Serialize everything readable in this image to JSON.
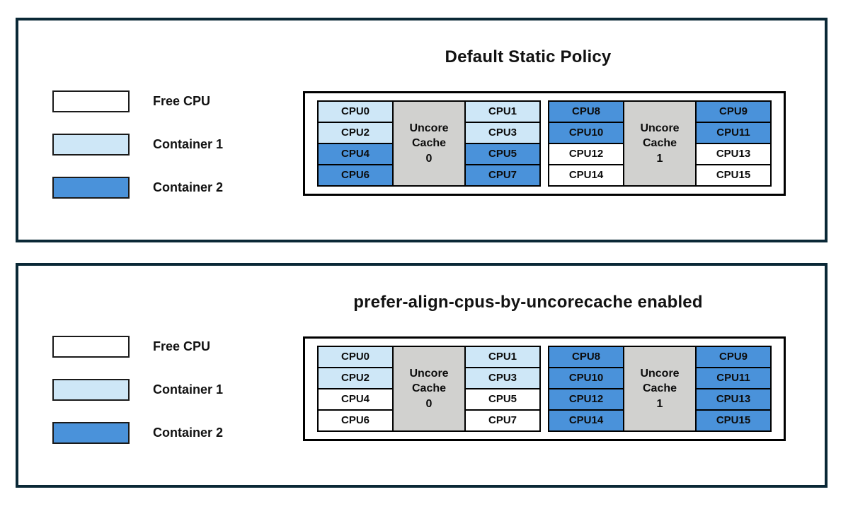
{
  "colors": {
    "panel_border": "#0a2836",
    "free_cpu": "#ffffff",
    "container1": "#cee7f7",
    "container2": "#4a92da",
    "uncore_cache_bg": "#d1d1cf"
  },
  "panels": [
    {
      "title": "Default Static Policy",
      "legend": [
        {
          "label": "Free CPU",
          "swatch": "free"
        },
        {
          "label": "Container 1",
          "swatch": "c1"
        },
        {
          "label": "Container 2",
          "swatch": "c2"
        }
      ],
      "groups": [
        {
          "cache": {
            "lines": [
              "Uncore",
              "Cache",
              "0"
            ]
          },
          "left_cells": [
            {
              "label": "CPU0",
              "fill": "c1"
            },
            {
              "label": "CPU2",
              "fill": "c1"
            },
            {
              "label": "CPU4",
              "fill": "c2"
            },
            {
              "label": "CPU6",
              "fill": "c2"
            }
          ],
          "right_cells": [
            {
              "label": "CPU1",
              "fill": "c1"
            },
            {
              "label": "CPU3",
              "fill": "c1"
            },
            {
              "label": "CPU5",
              "fill": "c2"
            },
            {
              "label": "CPU7",
              "fill": "c2"
            }
          ]
        },
        {
          "cache": {
            "lines": [
              "Uncore",
              "Cache",
              "1"
            ]
          },
          "left_cells": [
            {
              "label": "CPU8",
              "fill": "c2"
            },
            {
              "label": "CPU10",
              "fill": "c2"
            },
            {
              "label": "CPU12",
              "fill": "free"
            },
            {
              "label": "CPU14",
              "fill": "free"
            }
          ],
          "right_cells": [
            {
              "label": "CPU9",
              "fill": "c2"
            },
            {
              "label": "CPU11",
              "fill": "c2"
            },
            {
              "label": "CPU13",
              "fill": "free"
            },
            {
              "label": "CPU15",
              "fill": "free"
            }
          ]
        }
      ]
    },
    {
      "title": "prefer-align-cpus-by-uncorecache enabled",
      "legend": [
        {
          "label": "Free CPU",
          "swatch": "free"
        },
        {
          "label": "Container 1",
          "swatch": "c1"
        },
        {
          "label": "Container 2",
          "swatch": "c2"
        }
      ],
      "groups": [
        {
          "cache": {
            "lines": [
              "Uncore",
              "Cache",
              "0"
            ]
          },
          "left_cells": [
            {
              "label": "CPU0",
              "fill": "c1"
            },
            {
              "label": "CPU2",
              "fill": "c1"
            },
            {
              "label": "CPU4",
              "fill": "free"
            },
            {
              "label": "CPU6",
              "fill": "free"
            }
          ],
          "right_cells": [
            {
              "label": "CPU1",
              "fill": "c1"
            },
            {
              "label": "CPU3",
              "fill": "c1"
            },
            {
              "label": "CPU5",
              "fill": "free"
            },
            {
              "label": "CPU7",
              "fill": "free"
            }
          ]
        },
        {
          "cache": {
            "lines": [
              "Uncore",
              "Cache",
              "1"
            ]
          },
          "left_cells": [
            {
              "label": "CPU8",
              "fill": "c2"
            },
            {
              "label": "CPU10",
              "fill": "c2"
            },
            {
              "label": "CPU12",
              "fill": "c2"
            },
            {
              "label": "CPU14",
              "fill": "c2"
            }
          ],
          "right_cells": [
            {
              "label": "CPU9",
              "fill": "c2"
            },
            {
              "label": "CPU11",
              "fill": "c2"
            },
            {
              "label": "CPU13",
              "fill": "c2"
            },
            {
              "label": "CPU15",
              "fill": "c2"
            }
          ]
        }
      ]
    }
  ]
}
